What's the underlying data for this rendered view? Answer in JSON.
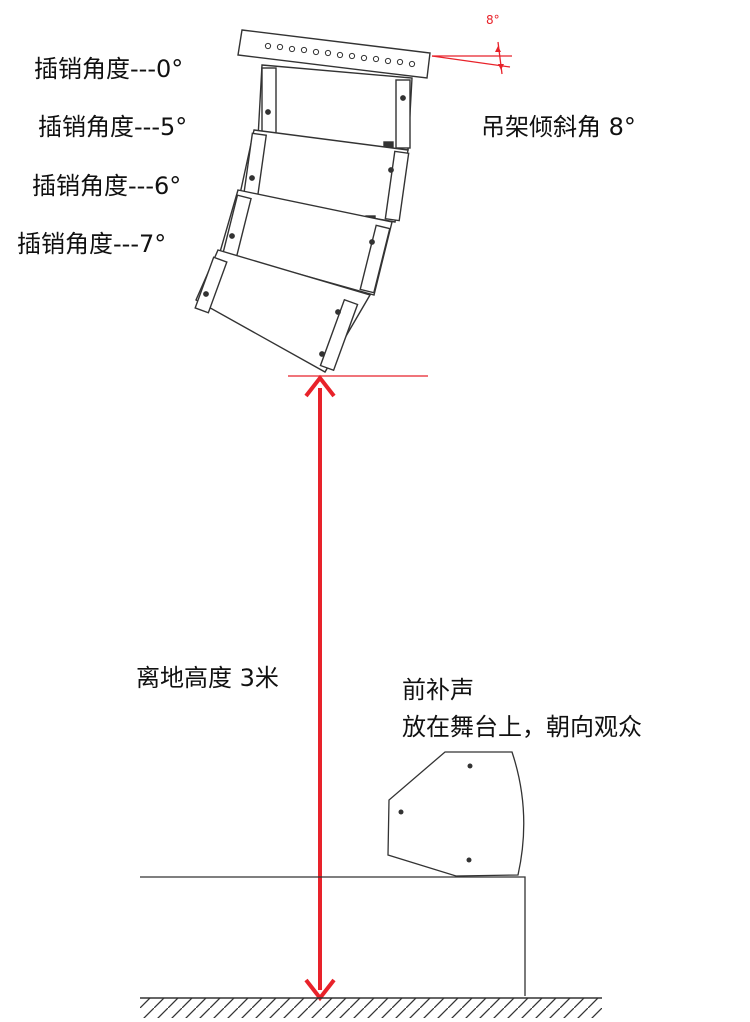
{
  "pin_labels": [
    "插销角度---0°",
    "插销角度---5°",
    "插销角度---6°",
    "插销角度---7°"
  ],
  "rig_tilt_label": "吊架倾斜角 8°",
  "rig_tilt_symbol": "8°",
  "height_label": "离地高度 3米",
  "front_fill_title": "前补声",
  "front_fill_note": "放在舞台上，朝向观众",
  "colors": {
    "annotation_red": "#e8222a",
    "line_black": "#333333"
  }
}
